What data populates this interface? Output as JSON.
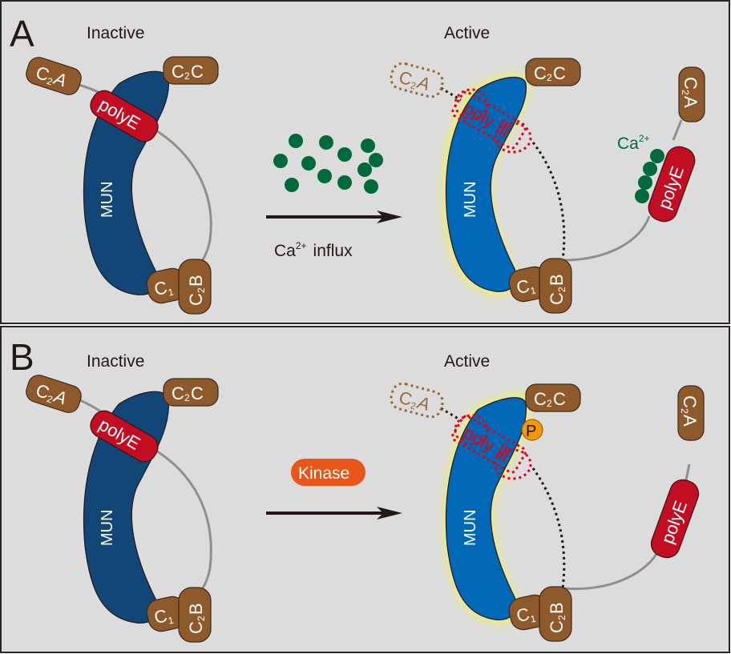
{
  "figure": {
    "panels": [
      {
        "id": "A",
        "letter": "A",
        "inactive_title": "Inactive",
        "active_title": "Active",
        "stimulus_label": "Ca",
        "stimulus_sup": "2+",
        "stimulus_suffix": "influx",
        "bound_ion_label": "Ca",
        "bound_ion_sup": "2+",
        "ion_color": "#00693e"
      },
      {
        "id": "B",
        "letter": "B",
        "inactive_title": "Inactive",
        "active_title": "Active",
        "stimulus_label": "Kinase",
        "stimulus_color": "#e8561a",
        "phospho_label": "P",
        "phospho_color": "#f39800"
      }
    ],
    "domains": {
      "c2a": {
        "main": "C",
        "sub": "2",
        "tail": "A"
      },
      "c2b": {
        "main": "C",
        "sub": "2",
        "tail": "B"
      },
      "c2c": {
        "main": "C",
        "sub": "2",
        "tail": "C"
      },
      "c1": {
        "main": "C",
        "sub": "1"
      },
      "mun": "MUN",
      "polye": "polyE",
      "polye_partial": "poly"
    },
    "colors": {
      "background": "#dcdcdc",
      "c2_domain": "#8f5a2b",
      "polye": "#c30d23",
      "mun_inactive": "#124677",
      "mun_active": "#0068b7",
      "active_glow": "#f2ee6a",
      "linker": "#8f8f8f"
    }
  }
}
